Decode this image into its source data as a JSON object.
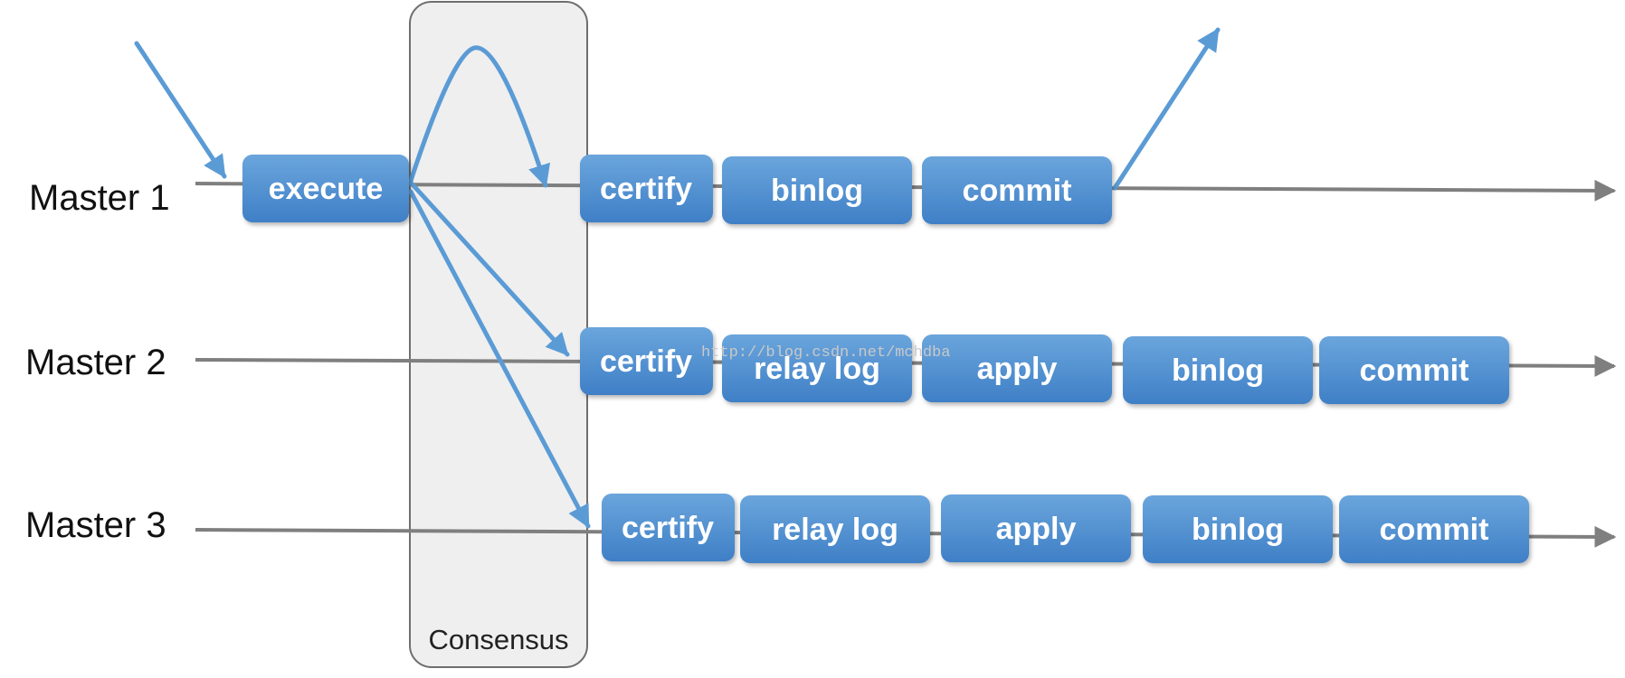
{
  "masters": [
    {
      "label": "Master 1"
    },
    {
      "label": "Master 2"
    },
    {
      "label": "Master 3"
    }
  ],
  "stages": {
    "execute": "execute",
    "m1": [
      "certify",
      "binlog",
      "commit"
    ],
    "m2": [
      "certify",
      "relay log",
      "apply",
      "binlog",
      "commit"
    ],
    "m3": [
      "certify",
      "relay log",
      "apply",
      "binlog",
      "commit"
    ]
  },
  "consensus": {
    "label": "Consensus"
  },
  "watermark": "http://blog.csdn.net/mchdba",
  "colors": {
    "box_top": "#6aa5dc",
    "box_bottom": "#3f7fc6",
    "arrow_blue": "#5b9bd5",
    "timeline_gray": "#7f7f7f",
    "consensus_fill": "#efefef",
    "consensus_stroke": "#6e6e6e"
  }
}
